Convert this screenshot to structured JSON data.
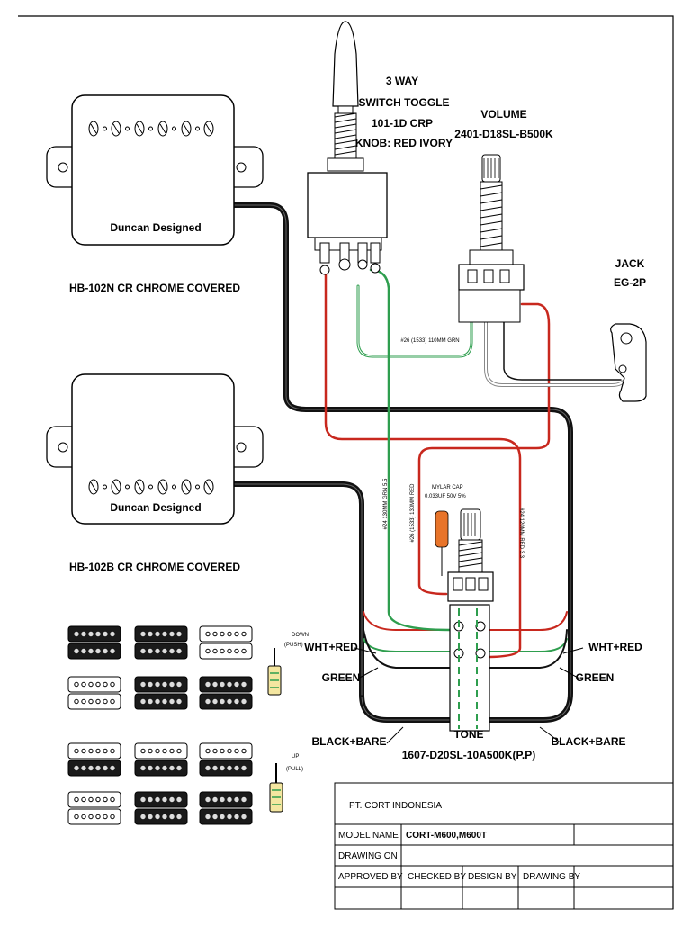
{
  "switch": {
    "line1": "3 WAY",
    "line2": "SWITCH TOGGLE",
    "line3": "101-1D CRP",
    "line4": "KNOB: RED IVORY"
  },
  "volume": {
    "line1": "VOLUME",
    "line2": "2401-D18SL-B500K"
  },
  "jack": {
    "line1": "JACK",
    "line2": "EG-2P"
  },
  "neck_pickup": {
    "brand": "Duncan Designed",
    "caption": "HB-102N CR CHROME COVERED"
  },
  "bridge_pickup": {
    "brand": "Duncan Designed",
    "caption": "HB-102B CR CHROME COVERED"
  },
  "capacitor": {
    "line1": "MYLAR CAP",
    "line2": "0.033UF 50V 5%"
  },
  "wire_labels": {
    "green_110": "#26 (1533) 110MM GRN",
    "green_130": "#24 130MM GRN 5.5",
    "red_130": "#26 (1533) 130MM RED",
    "red_120": "#24 120MM RED 3.3"
  },
  "harness_labels": {
    "wht_red_left": "WHT+RED",
    "green_left": "GREEN",
    "black_bare_left": "BLACK+BARE",
    "wht_red_right": "WHT+RED",
    "green_right": "GREEN",
    "black_bare_right": "BLACK+BARE"
  },
  "tone": {
    "line1": "TONE",
    "line2": "1607-D20SL-10A500K(P.P)"
  },
  "push_pull": {
    "down_line1": "DOWN",
    "down_line2": "(PUSH)",
    "up_line1": "UP",
    "up_line2": "(PULL)"
  },
  "title_block": {
    "company": "PT. CORT INDONESIA",
    "model_label": "MODEL NAME",
    "model_value": "CORT-M600,M600T",
    "drawing_on": "DRAWING ON",
    "approved_by": "APPROVED BY",
    "checked_by": "CHECKED BY",
    "design_by": "DESIGN BY",
    "drawing_by": "DRAWING BY"
  },
  "colors": {
    "wire_black": "#111111",
    "wire_red": "#c8281e",
    "wire_green": "#2e9e4e",
    "capacitor": "#e8742a"
  }
}
